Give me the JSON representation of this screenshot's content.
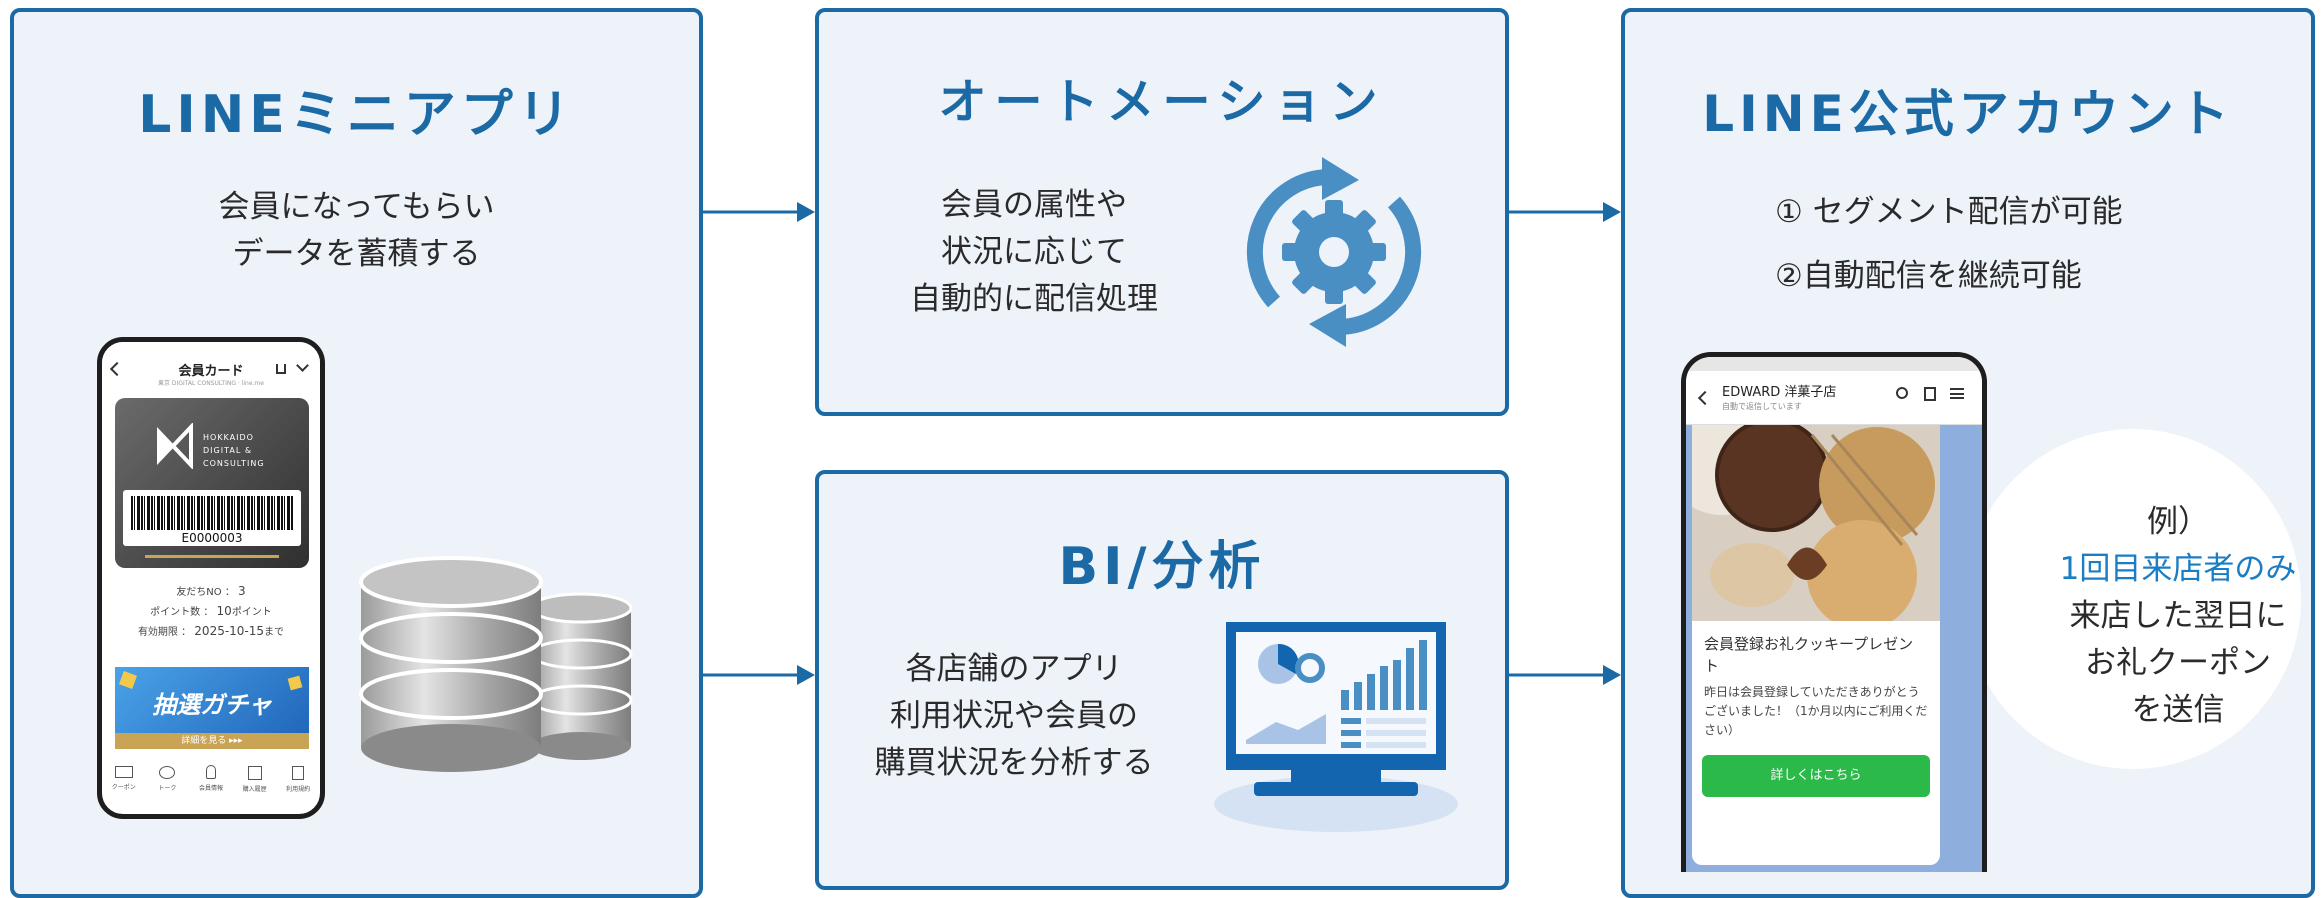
{
  "mini_app": {
    "title": "LINEミニアプリ",
    "desc": [
      "会員になってもらい",
      "データを蓄積する"
    ],
    "card": {
      "header": "会員カード",
      "sub": "東京 DIGITAL CONSULTING · line.me",
      "logo_lines": [
        "HOKKAIDO",
        "DIGITAL &",
        "CONSULTING"
      ],
      "barcode_number": "E0000003",
      "friend_no_label": "友だちNO",
      "friend_no": "3",
      "points_label": "ポイント数",
      "points": "10",
      "points_unit": "ポイント",
      "expiry_label": "有効期限",
      "expiry": "2025-10-15",
      "expiry_suffix": "まで",
      "banner": "抽選ガチャ",
      "banner_link": "詳細を見る ▸▸▸",
      "nav": [
        "クーポン",
        "トーク",
        "会員情報",
        "購入履歴",
        "利用規約"
      ]
    },
    "colors": {
      "banner": "#1f73c8",
      "banner_gold": "#c9a455"
    }
  },
  "automation": {
    "title": "オートメーション",
    "desc": [
      "会員の属性や",
      "状況に応じて",
      "自動的に配信処理"
    ],
    "icon": "gear-sync-icon",
    "colors": {
      "icon": "#4a8fc4"
    }
  },
  "bi": {
    "title": "BI/分析",
    "desc": [
      "各店舗のアプリ",
      "利用状況や会員の",
      "購買状況を分析する"
    ],
    "icon": "monitor-chart-icon"
  },
  "official": {
    "title": "LINE公式アカウント",
    "features": [
      "① セグメント配信が可能",
      "②自動配信を継続可能"
    ],
    "chat": {
      "account": "EDWARD 洋菓子店",
      "sub": "自動で返信しています",
      "card_title": "会員登録お礼クッキープレゼント",
      "card_body": "昨日は会員登録していただきありがとうございました！（1か月以内にご利用ください）",
      "button": "詳しくはこちら"
    },
    "example": {
      "label": "例）",
      "highlight": "1回目来店者のみ",
      "lines": [
        "来店した翌日に",
        "お礼クーポン",
        "を送信"
      ]
    },
    "colors": {
      "button": "#2bb94a",
      "highlight": "#1b7dc4"
    }
  },
  "colors": {
    "border": "#1b6aa5",
    "panel_bg": "#eef3fa",
    "title": "#1b6aa5"
  }
}
